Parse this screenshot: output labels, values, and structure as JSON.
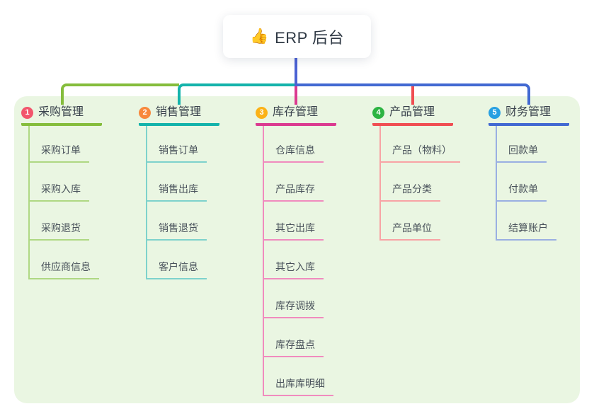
{
  "root": {
    "emoji": "👍",
    "label": "ERP 后台"
  },
  "branches": [
    {
      "number": "1",
      "title": "采购管理",
      "colors": {
        "badge": "#F2556C",
        "line": "#85BD3C",
        "light": "#AFD883"
      },
      "children": [
        "采购订单",
        "采购入库",
        "采购退货",
        "供应商信息"
      ]
    },
    {
      "number": "2",
      "title": "销售管理",
      "colors": {
        "badge": "#F8883C",
        "line": "#14B3AB",
        "light": "#7ED2CC"
      },
      "children": [
        "销售订单",
        "销售出库",
        "销售退货",
        "客户信息"
      ]
    },
    {
      "number": "3",
      "title": "库存管理",
      "colors": {
        "badge": "#FBB217",
        "line": "#DB3A90",
        "light": "#F08BBE"
      },
      "children": [
        "仓库信息",
        "产品库存",
        "其它出库",
        "其它入库",
        "库存调拨",
        "库存盘点",
        "出库库明细"
      ]
    },
    {
      "number": "4",
      "title": "产品管理",
      "colors": {
        "badge": "#2DB442",
        "line": "#F04E52",
        "light": "#F8A3A5"
      },
      "children": [
        "产品（物料）",
        "产品分类",
        "产品单位"
      ]
    },
    {
      "number": "5",
      "title": "财务管理",
      "colors": {
        "badge": "#28A0E2",
        "line": "#4269D2",
        "light": "#9AAFE2"
      },
      "children": [
        "回款单",
        "付款单",
        "结算账户"
      ]
    }
  ],
  "canvas": {
    "background": "#FFFFFF",
    "panel_background": "#EAF6E2",
    "root_connector_color": "#4B62D3"
  }
}
